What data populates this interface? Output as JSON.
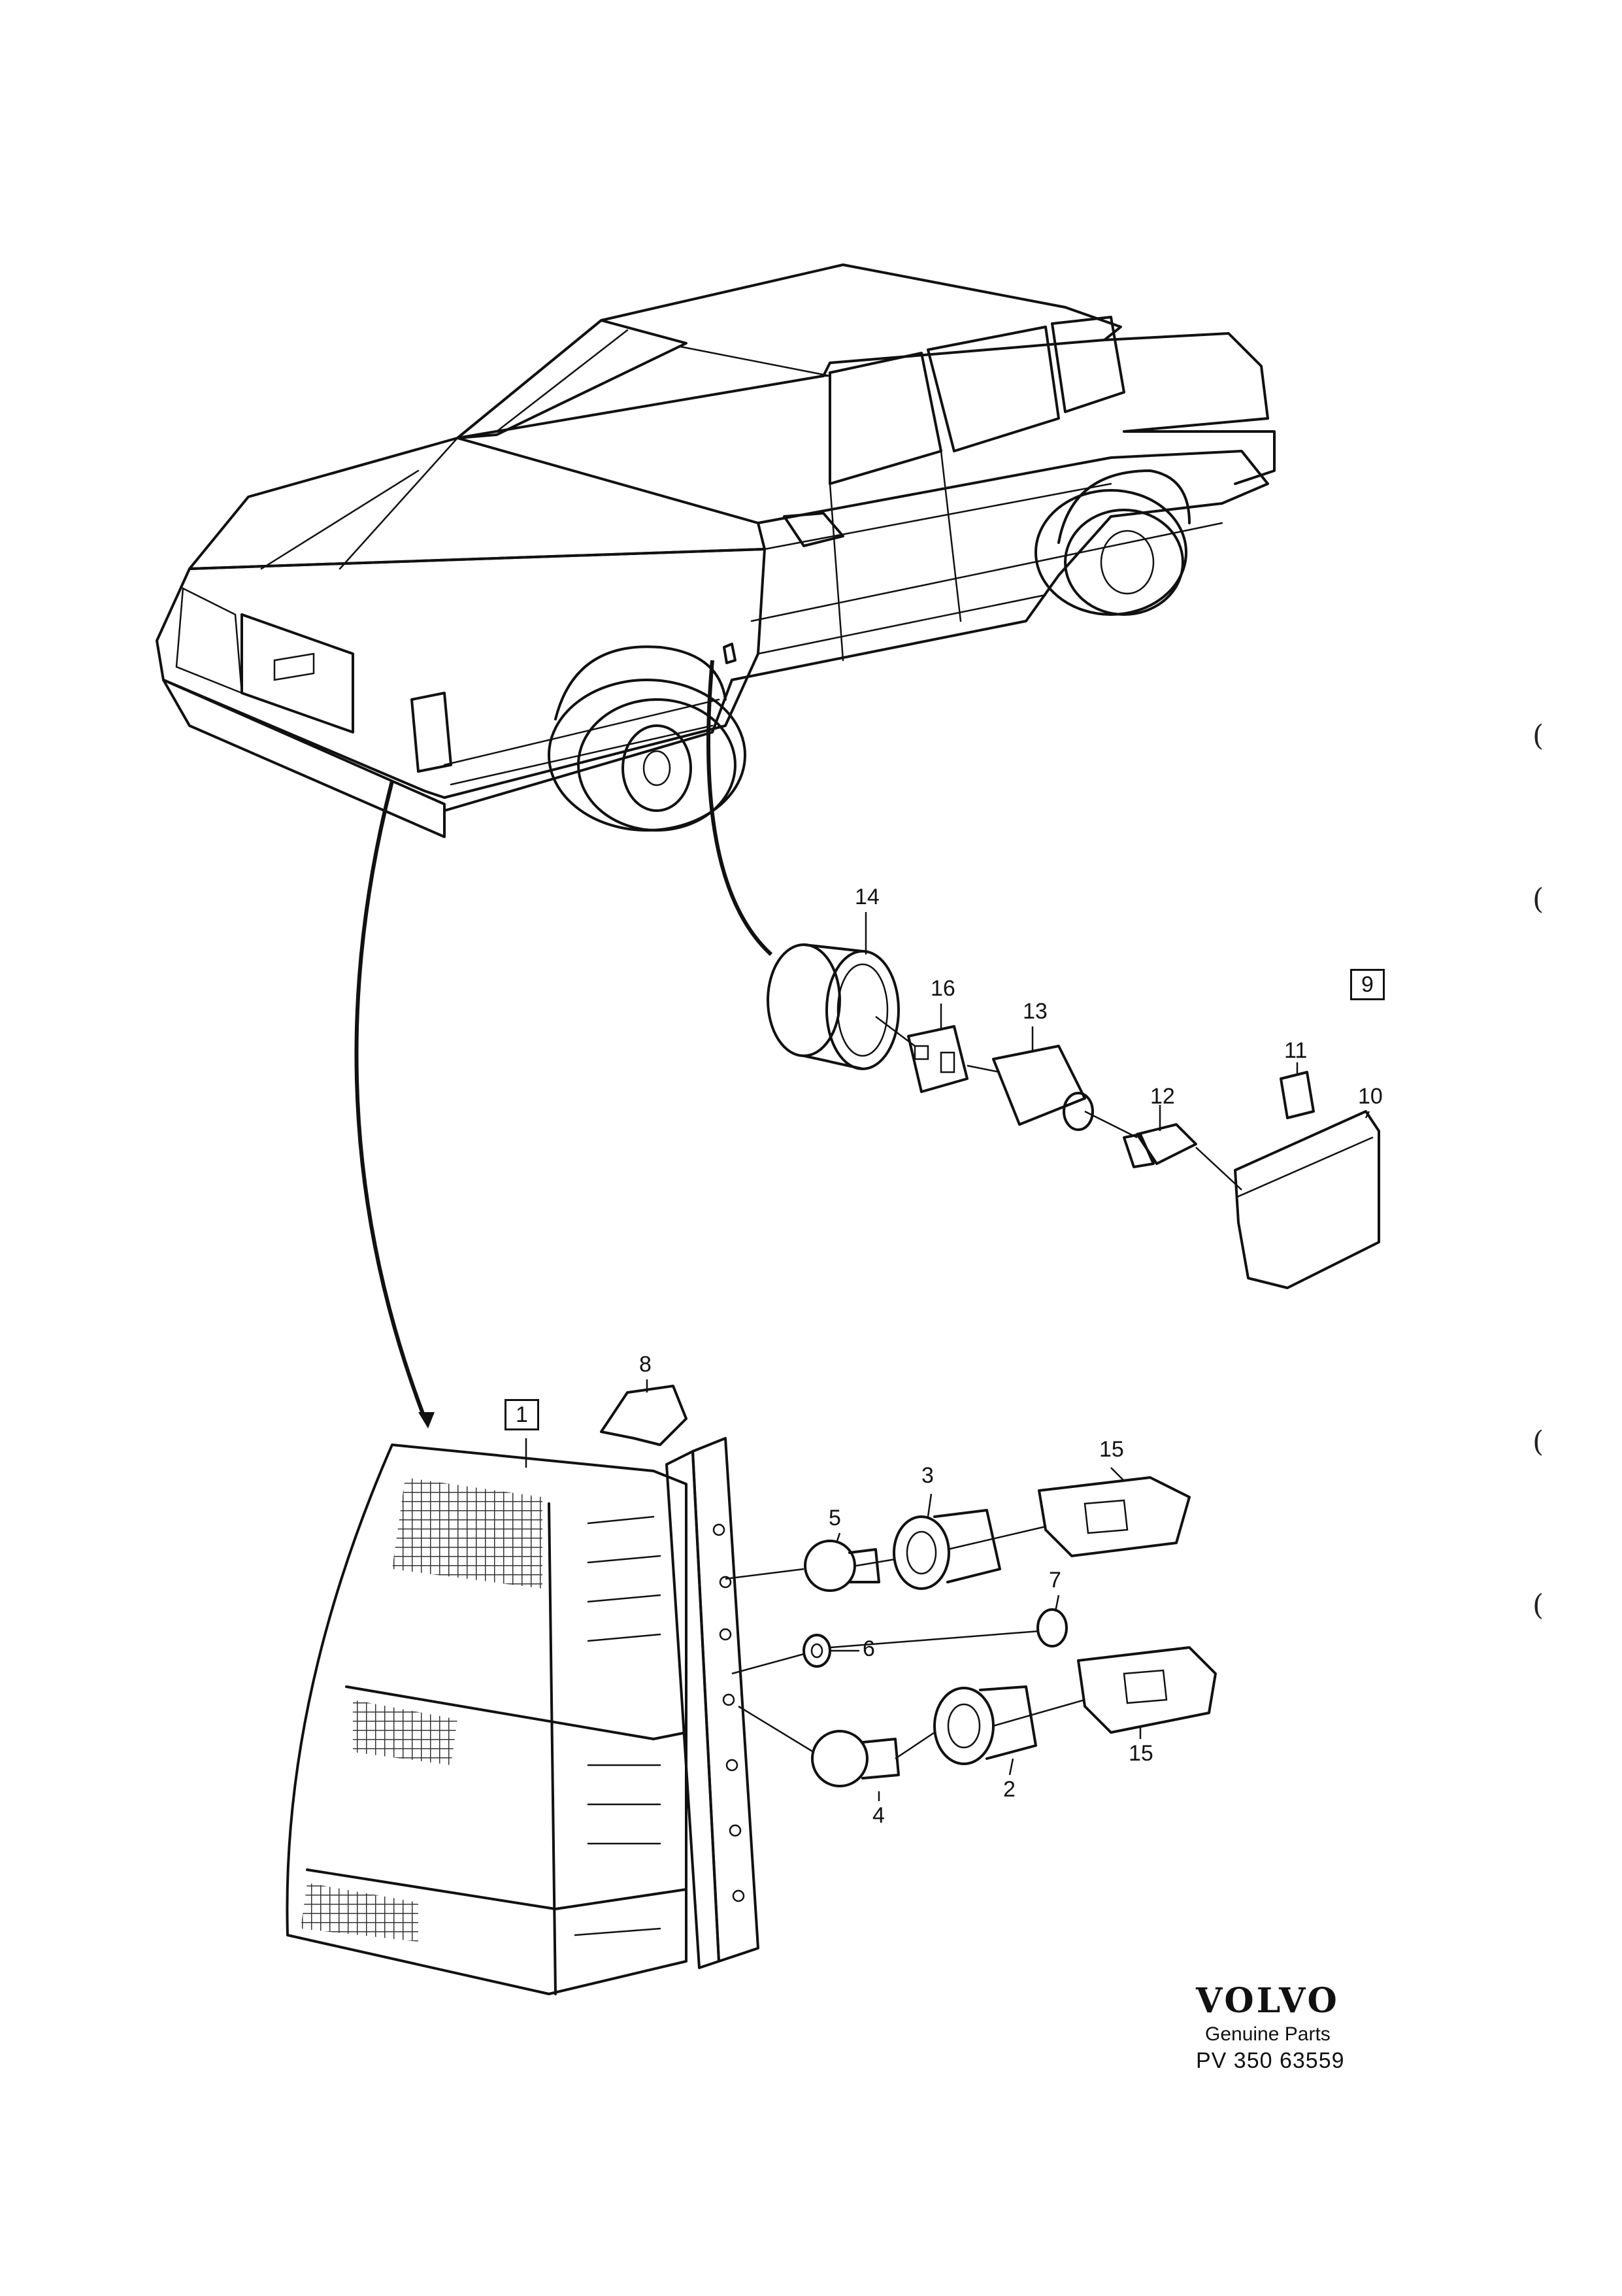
{
  "diagram": {
    "callouts": [
      {
        "id": "c1",
        "label": "1",
        "boxed": true
      },
      {
        "id": "c2",
        "label": "2",
        "boxed": false
      },
      {
        "id": "c3",
        "label": "3",
        "boxed": false
      },
      {
        "id": "c4",
        "label": "4",
        "boxed": false
      },
      {
        "id": "c5",
        "label": "5",
        "boxed": false
      },
      {
        "id": "c6",
        "label": "6",
        "boxed": false
      },
      {
        "id": "c7",
        "label": "7",
        "boxed": false
      },
      {
        "id": "c8",
        "label": "8",
        "boxed": false
      },
      {
        "id": "c9",
        "label": "9",
        "boxed": true
      },
      {
        "id": "c10",
        "label": "10",
        "boxed": false
      },
      {
        "id": "c11",
        "label": "11",
        "boxed": false
      },
      {
        "id": "c12",
        "label": "12",
        "boxed": false
      },
      {
        "id": "c13",
        "label": "13",
        "boxed": false
      },
      {
        "id": "c14",
        "label": "14",
        "boxed": false
      },
      {
        "id": "c15a",
        "label": "15",
        "boxed": false
      },
      {
        "id": "c15b",
        "label": "15",
        "boxed": false
      },
      {
        "id": "c16",
        "label": "16",
        "boxed": false
      }
    ],
    "side_marks": [
      "(",
      "(",
      "(",
      "("
    ]
  },
  "brand": {
    "logo_text": "VOLVO",
    "subtitle": "Genuine Parts",
    "part_code": "PV 350 63559"
  },
  "colors": {
    "ink": "#111111",
    "paper": "#ffffff"
  }
}
